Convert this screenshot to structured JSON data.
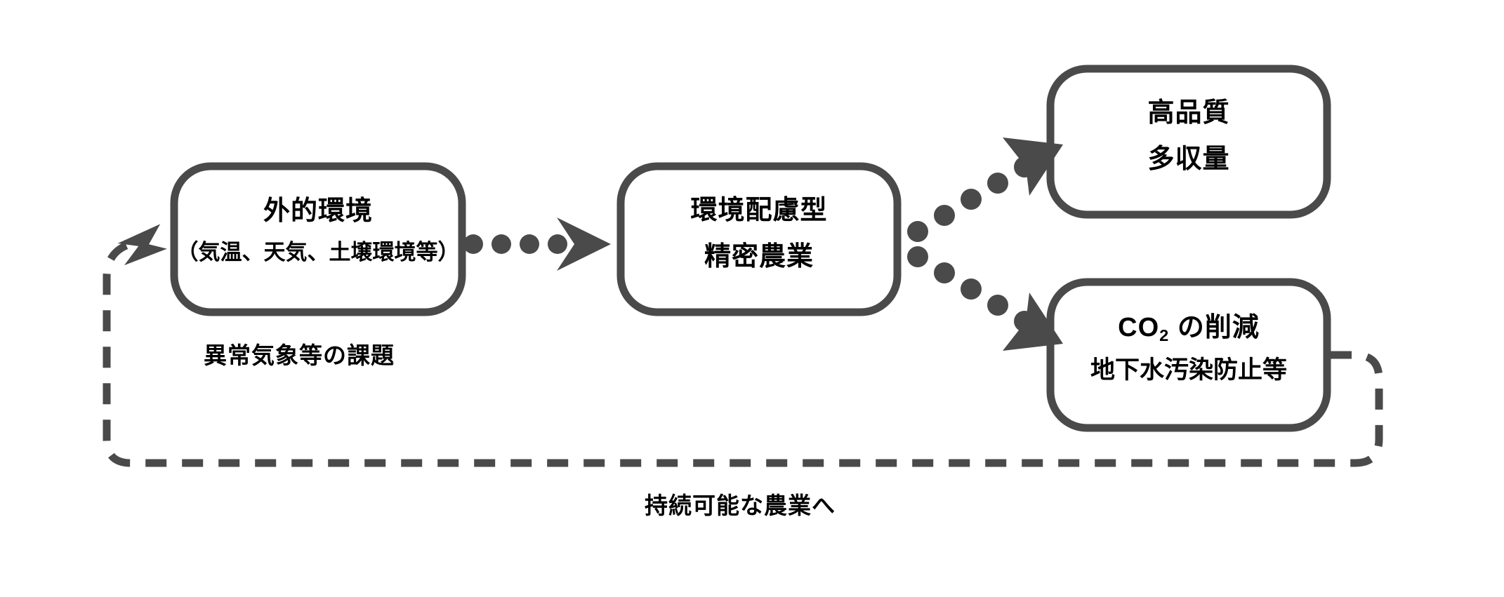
{
  "diagram": {
    "title_caption": "持続可能な農業へ",
    "issue_caption": "異常気象等の課題",
    "accent_color": "#4a4a4a",
    "text_color": "#000000",
    "background_color": "#ffffff",
    "nodes": [
      {
        "id": "external-environment",
        "line1": "外的環境",
        "line2": "（気温、天気、土壌環境等）"
      },
      {
        "id": "precision-agriculture",
        "line1": "環境配慮型",
        "line2": "精密農業"
      },
      {
        "id": "high-quality-yield",
        "line1": "高品質",
        "line2": "多収量"
      },
      {
        "id": "co2-reduction",
        "line1_pre": "CO",
        "line1_sub": "2",
        "line1_post": " の削減",
        "line2": "地下水汚染防止等"
      }
    ],
    "connectors": [
      {
        "id": "env-to-agri",
        "style": "dotted-arrow",
        "direction": "right"
      },
      {
        "id": "agri-to-quality",
        "style": "dotted-arrow",
        "direction": "up-right"
      },
      {
        "id": "agri-to-co2",
        "style": "dotted-arrow",
        "direction": "down-right"
      },
      {
        "id": "feedback-loop",
        "style": "dashed-arrow",
        "direction": "left-then-up"
      }
    ]
  }
}
